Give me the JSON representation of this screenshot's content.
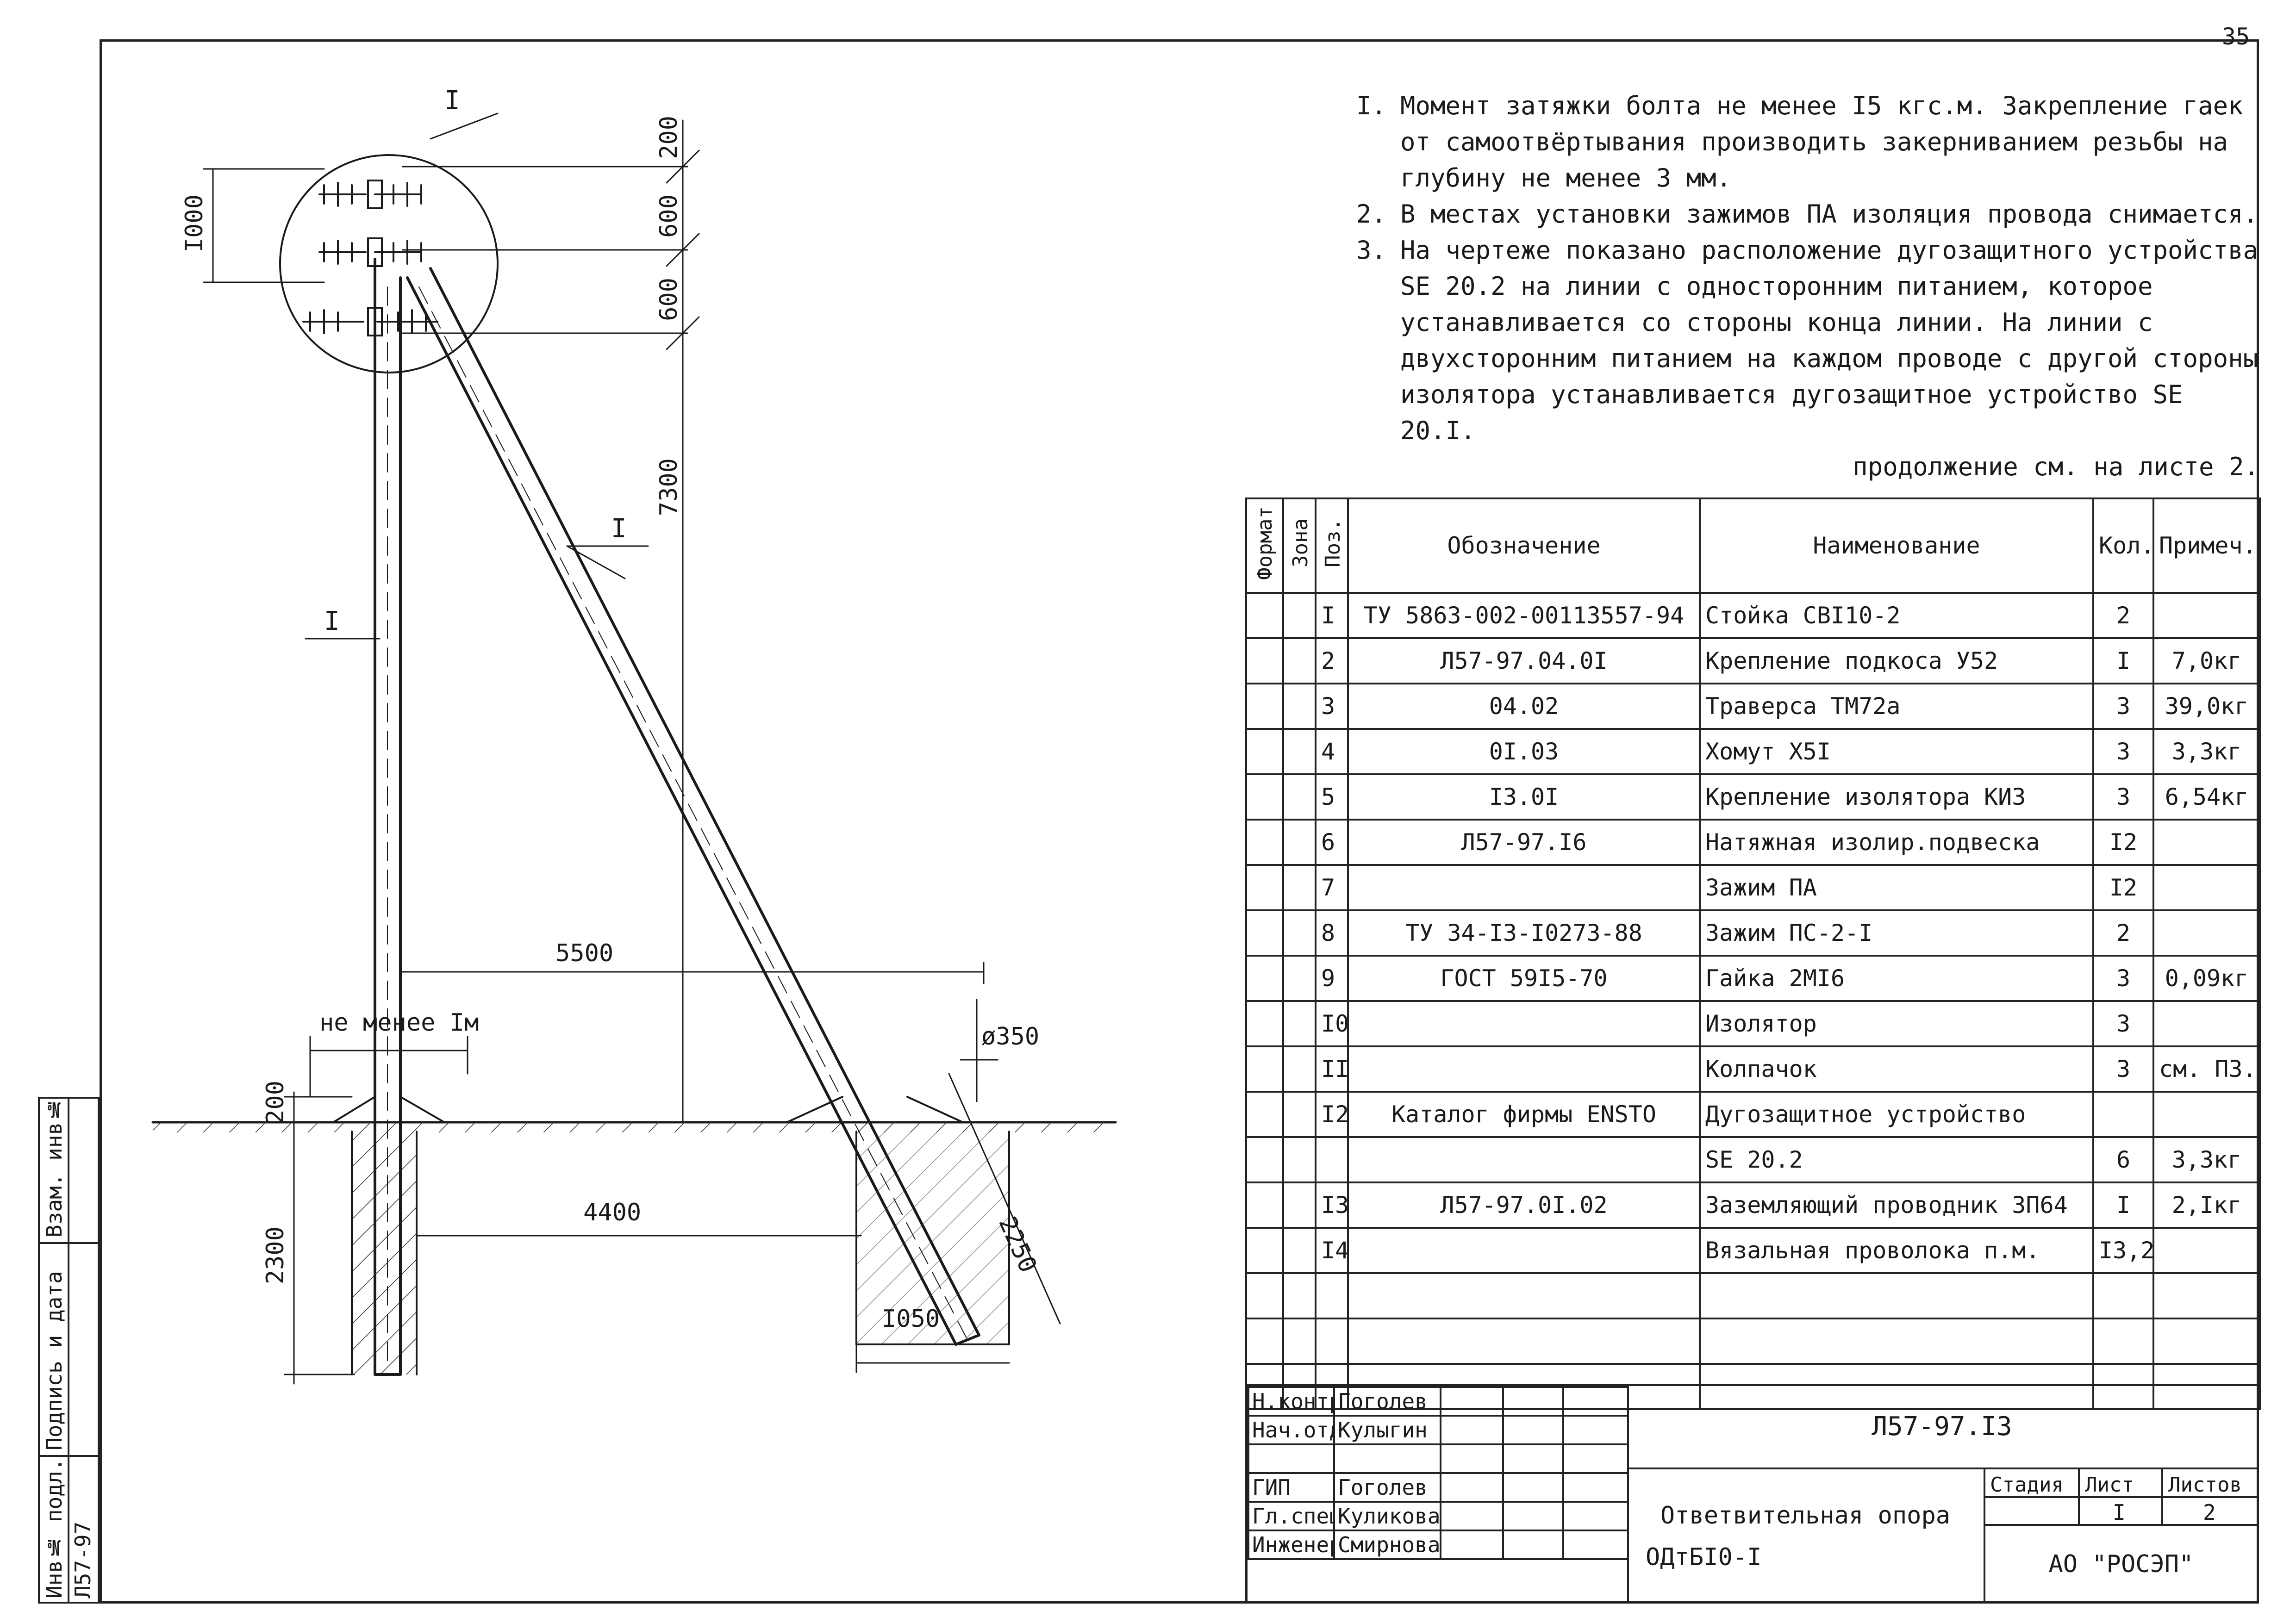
{
  "sheet_number": "35",
  "drawing": {
    "position_callouts": [
      "I",
      "I",
      "I"
    ],
    "dimensions": {
      "d200_top": "200",
      "d600_a": "600",
      "d600_b": "600",
      "d7300": "7300",
      "d1000": "I000",
      "d5500": "5500",
      "d_min_1m": "не менее Iм",
      "d350": "ø350",
      "d200_left": "200",
      "d2300": "2300",
      "d4400": "4400",
      "d2250": "2250",
      "d1050": "I050"
    }
  },
  "notes": [
    {
      "num": "I.",
      "text": "Момент затяжки болта не менее I5 кгс.м. Закрепление гаек от самоотвёртывания производить закерниванием резьбы на глубину не менее 3 мм."
    },
    {
      "num": "2.",
      "text": "В местах установки зажимов ПА изоляция провода снимается."
    },
    {
      "num": "3.",
      "text": "На чертеже показано расположение дугозащитного устройства SE 20.2 на линии с односторонним питанием, которое устанавливается со стороны конца линии. На линии с двухсторонним питанием на каждом проводе с другой стороны изолятора устанавливается дугозащитное устройство SE 20.I."
    }
  ],
  "notes_continuation": "продолжение см. на листе 2.",
  "spec_table": {
    "headers": {
      "format": "Формат",
      "zone": "Зона",
      "pos": "Поз.",
      "designation": "Обозначение",
      "name": "Наименование",
      "qty": "Кол.",
      "note": "Примеч."
    },
    "rows": [
      {
        "pos": "I",
        "designation": "ТУ 5863-002-00113557-94",
        "name": "Стойка СВI10-2",
        "qty": "2",
        "note": ""
      },
      {
        "pos": "2",
        "designation": "Л57-97.04.0I",
        "name": "Крепление подкоса У52",
        "qty": "I",
        "note": "7,0кг"
      },
      {
        "pos": "3",
        "designation": "04.02",
        "name": "Траверса ТМ72а",
        "qty": "3",
        "note": "39,0кг"
      },
      {
        "pos": "4",
        "designation": "0I.03",
        "name": "Хомут Х5I",
        "qty": "3",
        "note": "3,3кг"
      },
      {
        "pos": "5",
        "designation": "I3.0I",
        "name": "Крепление изолятора КИЗ",
        "qty": "3",
        "note": "6,54кг"
      },
      {
        "pos": "6",
        "designation": "Л57-97.I6",
        "name": "Натяжная изолир.подвеска",
        "qty": "I2",
        "note": ""
      },
      {
        "pos": "7",
        "designation": "",
        "name": "Зажим ПА",
        "qty": "I2",
        "note": ""
      },
      {
        "pos": "8",
        "designation": "ТУ 34-I3-I0273-88",
        "name": "Зажим ПС-2-I",
        "qty": "2",
        "note": ""
      },
      {
        "pos": "9",
        "designation": "ГОСТ 59I5-70",
        "name": "Гайка 2МI6",
        "qty": "3",
        "note": "0,09кг"
      },
      {
        "pos": "I0",
        "designation": "",
        "name": "Изолятор",
        "qty": "3",
        "note": ""
      },
      {
        "pos": "II",
        "designation": "",
        "name": "Колпачок",
        "qty": "3",
        "note": "см. ПЗ."
      },
      {
        "pos": "I2",
        "designation": "Каталог фирмы ENSTO",
        "name": "Дугозащитное устройство",
        "qty": "",
        "note": ""
      },
      {
        "pos": "",
        "designation": "",
        "name": "SE 20.2",
        "qty": "6",
        "note": "3,3кг"
      },
      {
        "pos": "I3",
        "designation": "Л57-97.0I.02",
        "name": "Заземляющий проводник ЗП64",
        "qty": "I",
        "note": "2,Iкг"
      },
      {
        "pos": "I4",
        "designation": "",
        "name": "Вязальная проволока п.м.",
        "qty": "I3,2",
        "note": ""
      },
      {
        "pos": "",
        "designation": "",
        "name": "",
        "qty": "",
        "note": ""
      },
      {
        "pos": "",
        "designation": "",
        "name": "",
        "qty": "",
        "note": ""
      },
      {
        "pos": "",
        "designation": "",
        "name": "",
        "qty": "",
        "note": ""
      }
    ]
  },
  "title_block": {
    "doc_code": "Л57-97.I3",
    "signatures": [
      {
        "role": "Н.контр",
        "name": "Гоголев"
      },
      {
        "role": "Нач.отд",
        "name": "Кулыгин"
      },
      {
        "role": "",
        "name": ""
      },
      {
        "role": "ГИП",
        "name": "Гоголев"
      },
      {
        "role": "Гл.спец",
        "name": "Куликова"
      },
      {
        "role": "Инженер",
        "name": "Смирнова"
      }
    ],
    "title_line1": "Ответвительная опора",
    "title_line2": "ОДтБI0-I",
    "stage_label": "Стадия",
    "sheet_label": "Лист",
    "sheets_label": "Листов",
    "stage_value": "",
    "sheet_value": "I",
    "sheets_value": "2",
    "org": "АО \"РОСЭП\""
  },
  "side_stamp": {
    "inv_orig": "Инв№ подл.",
    "inv_orig_value": "Л57-97",
    "sign_date": "Подпись и дата",
    "inv_repl": "Взам. инв№"
  }
}
